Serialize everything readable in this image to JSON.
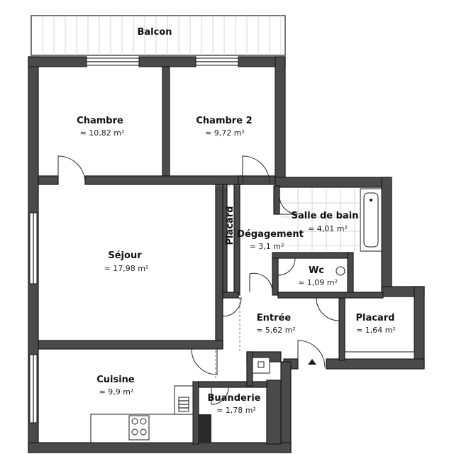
{
  "rooms": {
    "balcon": {
      "name": "Balcon",
      "area": ""
    },
    "chambre": {
      "name": "Chambre",
      "area": "≈ 10,82 m²"
    },
    "chambre2": {
      "name": "Chambre 2",
      "area": "≈ 9,72 m²"
    },
    "sejour": {
      "name": "Séjour",
      "area": "≈ 17,98 m²"
    },
    "placard_v": {
      "name": "Placard",
      "area": ""
    },
    "degagement": {
      "name": "Dégagement",
      "area": "≈ 3,1 m²"
    },
    "sdb": {
      "name": "Salle de bain",
      "area": "≈ 4,01 m²"
    },
    "wc": {
      "name": "Wc",
      "area": "≈ 1,09 m²"
    },
    "entree": {
      "name": "Entrée",
      "area": "≈ 5,62 m²"
    },
    "placard": {
      "name": "Placard",
      "area": "≈ 1,64 m²"
    },
    "cuisine": {
      "name": "Cuisine",
      "area": "≈ 9,9 m²"
    },
    "buanderie": {
      "name": "Buanderie",
      "area": "≈ 1,78 m²"
    }
  }
}
